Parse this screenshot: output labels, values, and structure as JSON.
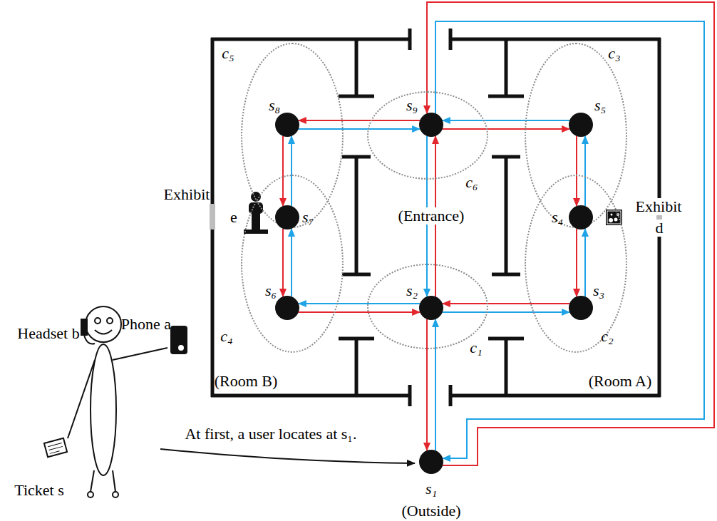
{
  "diagram": {
    "nodes": [
      {
        "text": [
          "c₅"
        ]
      },
      {
        "text": [
          "c₆"
        ]
      },
      {
        "text": [
          "c₃"
        ]
      },
      {
        "text": [
          "c₄"
        ]
      },
      {
        "text": [
          "c₁"
        ]
      },
      {
        "text": [
          "c₂"
        ]
      },
      {
        "text": [
          "s₈"
        ],
        "in": 0
      },
      {
        "text": [
          "s₉"
        ],
        "in": 1
      },
      {
        "text": [
          "s₅"
        ],
        "in": 2
      },
      {
        "text": [
          "s₇"
        ],
        "in": 3
      },
      {
        "text": [
          "s₄"
        ],
        "in": 5
      },
      {
        "text": [
          "s₆"
        ],
        "in": 3
      },
      {
        "text": [
          "s₂"
        ],
        "in": 4
      },
      {
        "text": [
          "s₃"
        ],
        "in": 5
      },
      {
        "text": [
          "s₁"
        ]
      }
    ],
    "edges": [
      {
        "from": 7,
        "to": 6,
        "arrow": "to"
      },
      {
        "from": 6,
        "to": 9,
        "arrow": "to"
      },
      {
        "from": 9,
        "to": 11,
        "arrow": "to"
      },
      {
        "from": 11,
        "to": 12,
        "arrow": "to"
      },
      {
        "from": 12,
        "to": 7,
        "arrow": "to"
      },
      {
        "from": 7,
        "to": 8,
        "arrow": "to"
      },
      {
        "from": 8,
        "to": 10,
        "arrow": "to"
      },
      {
        "from": 10,
        "to": 13,
        "arrow": "to"
      },
      {
        "from": 13,
        "to": 12,
        "arrow": "to"
      },
      {
        "from": 12,
        "to": 14,
        "arrow": "to"
      },
      {
        "from": 14,
        "to": 7,
        "arrow": "to"
      },
      {
        "from": 6,
        "to": 7,
        "arrow": "to"
      },
      {
        "from": 9,
        "to": 6,
        "arrow": "to"
      },
      {
        "from": 11,
        "to": 9,
        "arrow": "to"
      },
      {
        "from": 12,
        "to": 11,
        "arrow": "to"
      },
      {
        "from": 7,
        "to": 12,
        "arrow": "to"
      },
      {
        "from": 8,
        "to": 7,
        "arrow": "to"
      },
      {
        "from": 10,
        "to": 8,
        "arrow": "to"
      },
      {
        "from": 13,
        "to": 10,
        "arrow": "to"
      },
      {
        "from": 12,
        "to": 13,
        "arrow": "to"
      },
      {
        "from": 14,
        "to": 12,
        "arrow": "to"
      },
      {
        "from": 7,
        "to": 14,
        "arrow": "to"
      }
    ],
    "labels": [
      "Exhibit",
      "e",
      "Exhibit",
      "d",
      "(Entrance)",
      "(Room B)",
      "(Room A)",
      "(Outside)",
      "Headset b",
      "Phone a",
      "Ticket s",
      "At first, a user locates at s₁."
    ]
  }
}
